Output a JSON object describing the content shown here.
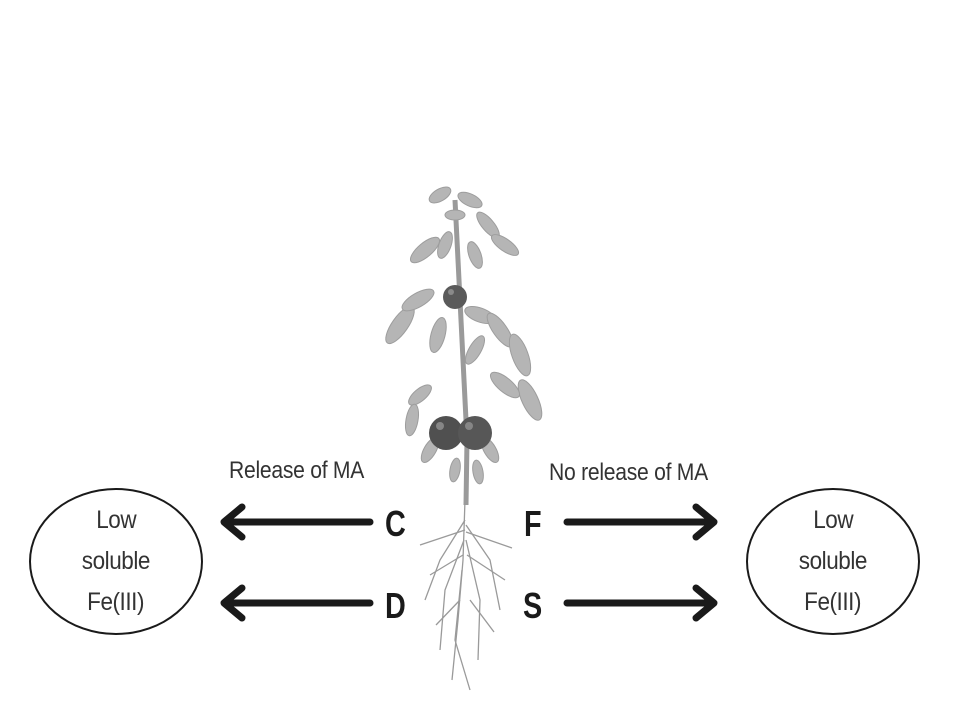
{
  "diagram": {
    "left_caption": "Release of MA",
    "right_caption": "No release of MA",
    "letters": {
      "c": "C",
      "d": "D",
      "f": "F",
      "s": "S"
    },
    "left_ellipse": {
      "line1": "Low",
      "line2": "soluble",
      "line3": "Fe(III)"
    },
    "right_ellipse": {
      "line1": "Low",
      "line2": "soluble",
      "line3": "Fe(III)"
    }
  },
  "colors": {
    "ink": "#1a1a1a",
    "fruit": "#555555",
    "foliage": "#b5b5b5",
    "root": "#9a9a9a"
  }
}
